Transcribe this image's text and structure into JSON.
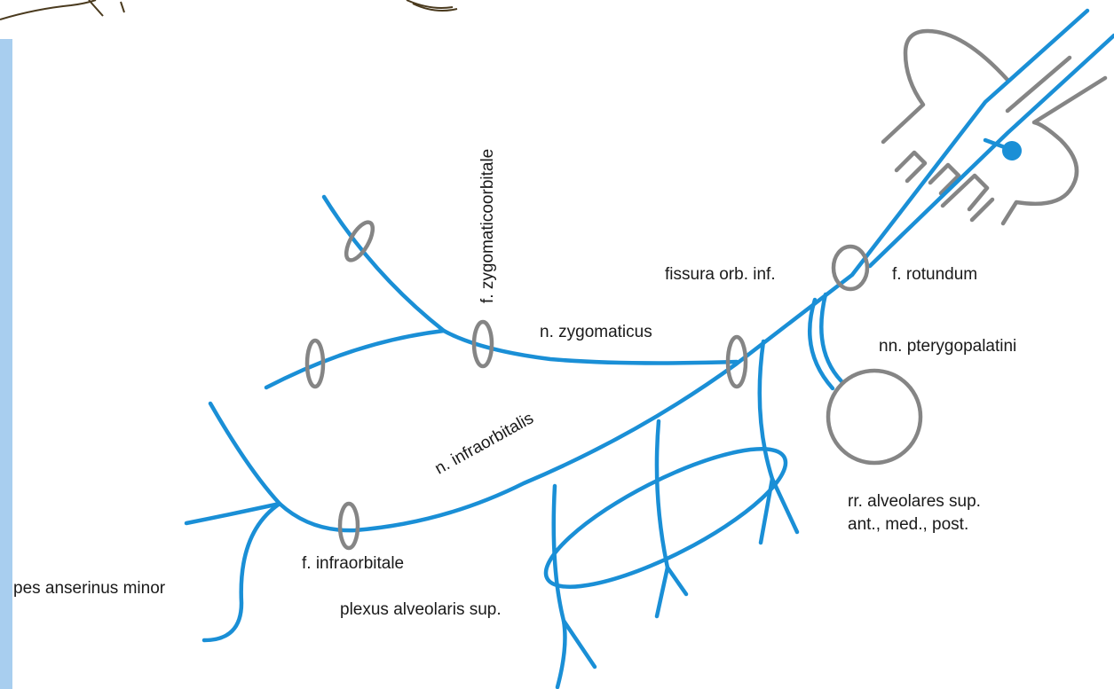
{
  "labels": {
    "f_zygomaticoorbitale": "f. zygomaticoorbitale",
    "fissura_orb_inf": "fissura orb. inf.",
    "f_rotundum": "f. rotundum",
    "n_zygomaticus": "n. zygomaticus",
    "nn_pterygopalatini": "nn. pterygopalatini",
    "n_infraorbitalis": "n. infraorbitalis",
    "rr_alveolares_line1": "rr. alveolares sup.",
    "rr_alveolares_line2": "ant., med., post.",
    "f_infraorbitale": "f. infraorbitale",
    "pes_anserinus_minor": "pes anserinus minor",
    "plexus_alveolaris_sup": "plexus alveolaris sup."
  },
  "colors": {
    "nerve": "#1a8fd6",
    "bone": "#858585",
    "left_band": "#a8ceef",
    "text": "#1a1a1a"
  }
}
